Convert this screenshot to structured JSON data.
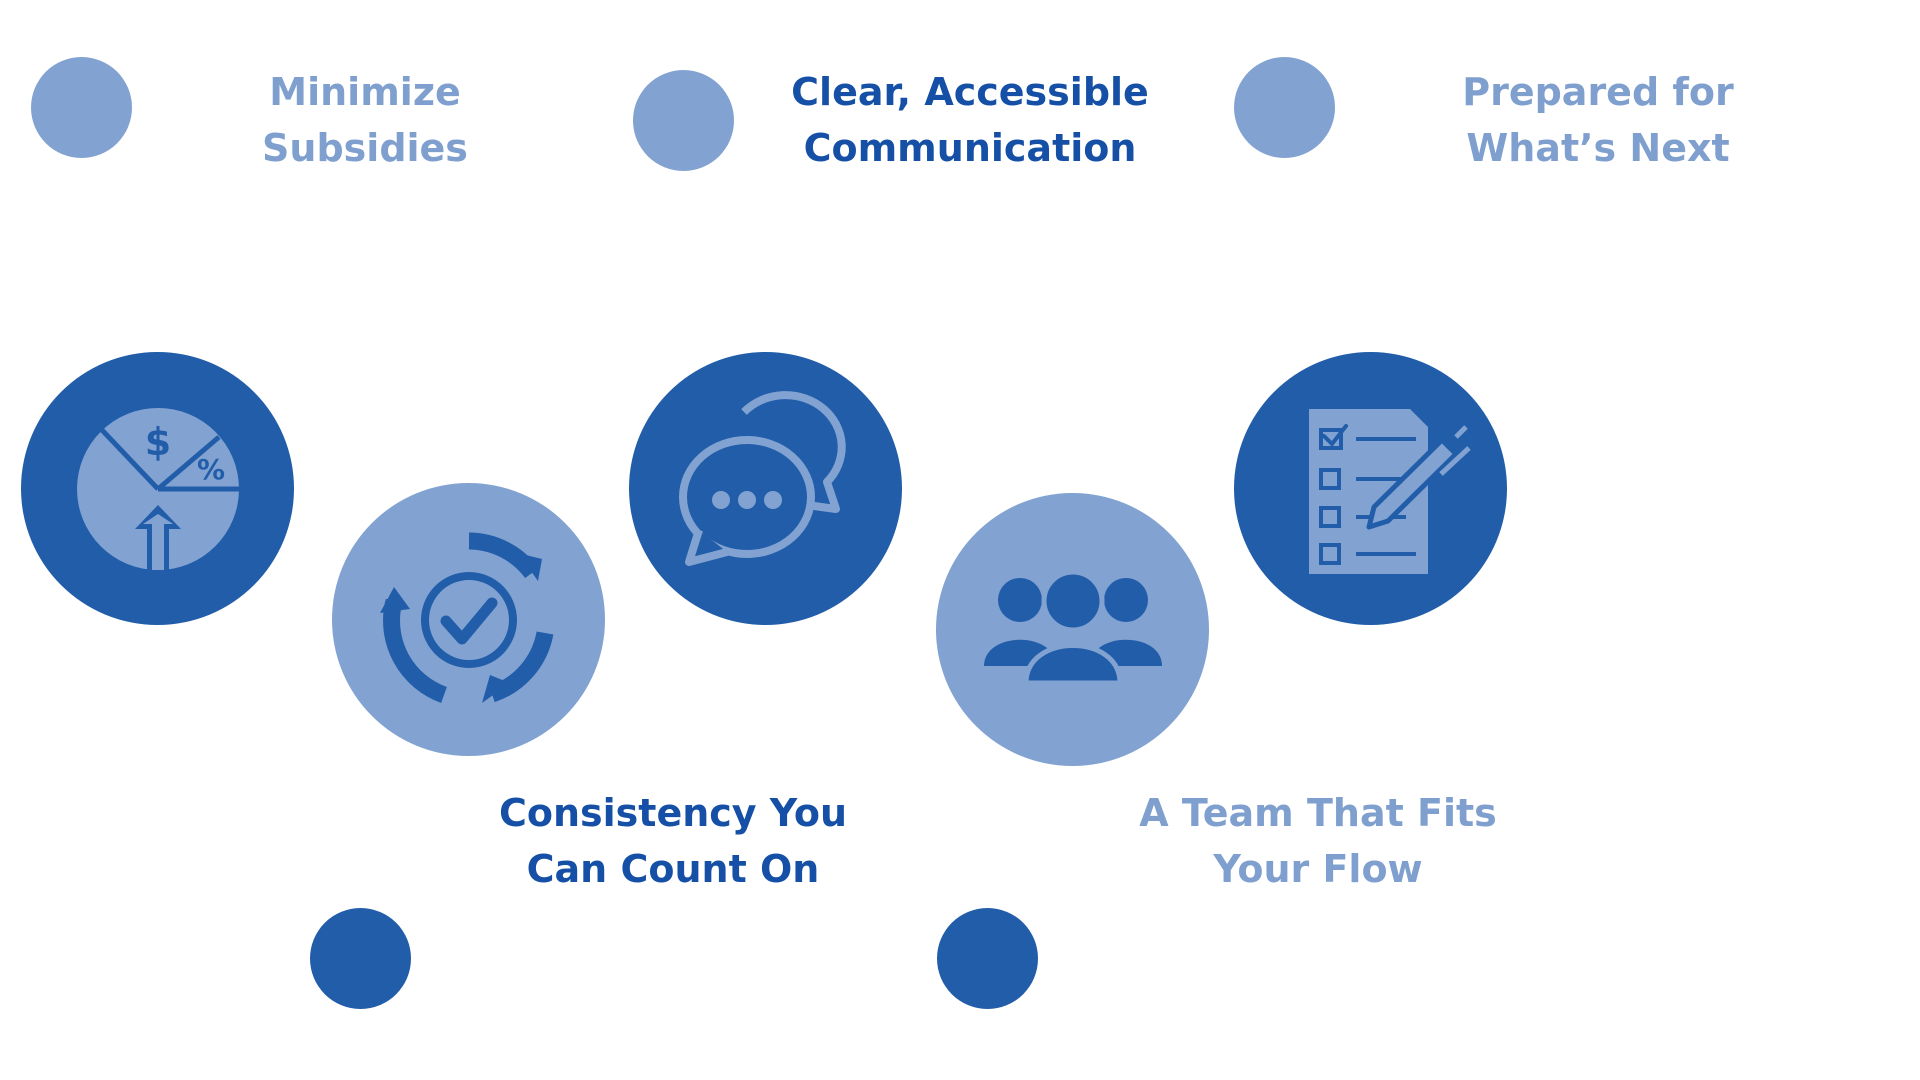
{
  "colors": {
    "light_blue": "#82A3D1",
    "dark_blue": "#225DAA",
    "title_dark": "#1550A6",
    "title_light": "#7F9FCF"
  },
  "steps": [
    {
      "line1": "Minimize",
      "line2": "Subsidies",
      "icon": "pie-chart-dollar-percent-icon"
    },
    {
      "line1": "Consistency You",
      "line2": "Can Count On",
      "icon": "cycle-checkmark-icon"
    },
    {
      "line1": "Clear, Accessible",
      "line2": "Communication",
      "icon": "chat-bubbles-icon"
    },
    {
      "line1": "A Team That Fits",
      "line2": "Your Flow",
      "icon": "team-people-icon"
    },
    {
      "line1": "Prepared for",
      "line2": "What’s Next",
      "icon": "checklist-pencil-icon"
    }
  ]
}
